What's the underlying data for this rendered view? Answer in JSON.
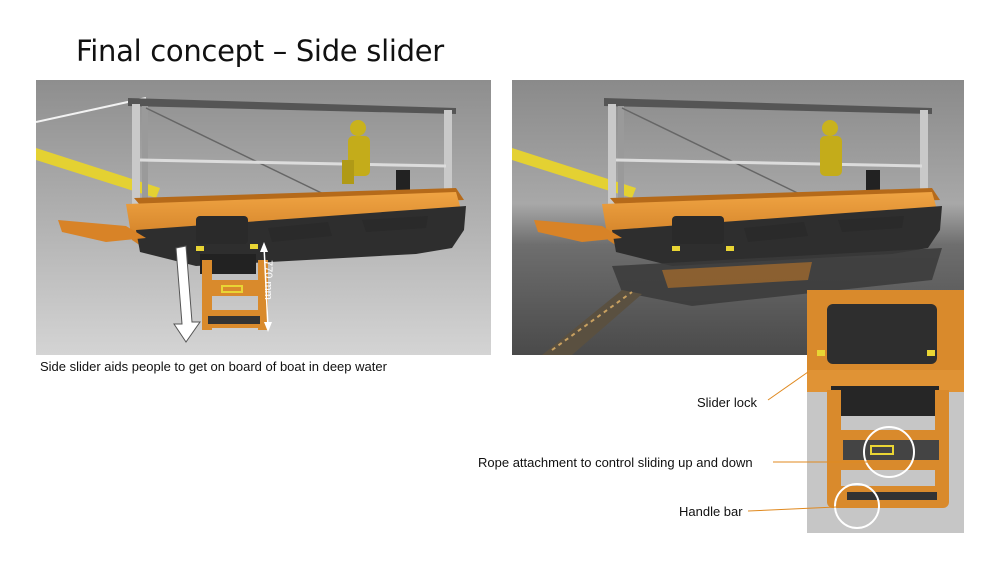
{
  "page": {
    "title": "Final concept – Side slider",
    "caption": "Side slider aids people to get on board of boat in deep water"
  },
  "renders": {
    "left": {
      "dimension_label": "770 mm"
    }
  },
  "callouts": {
    "slider_lock": "Slider lock",
    "rope_attachment": "Rope attachment to control sliding up and down",
    "handle_bar": "Handle bar"
  },
  "colors": {
    "hull_orange": "#d9892c",
    "hull_dark": "#2b2b2b",
    "accent_yellow": "#e9d534",
    "callout_line": "#e0891f",
    "background_gray": "#9a9a9a"
  }
}
